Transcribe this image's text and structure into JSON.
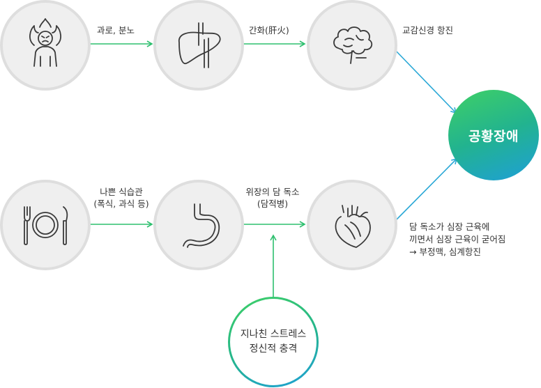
{
  "edges": {
    "e1": "과로, 분노",
    "e2": "간화(肝火)",
    "e3": "교감신경 항진",
    "e4_l1": "나쁜 식습관",
    "e4_l2": "(폭식, 과식 등)",
    "e5_l1": "위장의 담 독소",
    "e5_l2": "(담적병)",
    "e6_l1": "담 독소가 심장 근육에",
    "e6_l2": "끼면서 심장 근육이 굳어짐",
    "e6_l3": "→ 부정맥, 심계항진"
  },
  "result": "공황장애",
  "stress": {
    "l1": "지나친 스트레스",
    "l2": "정신적 충격"
  },
  "icons": [
    "angry-person-icon",
    "liver-icon",
    "brain-icon",
    "plate-utensils-icon",
    "stomach-icon",
    "heart-icon"
  ],
  "colors": {
    "green_arrow": "#2dbf6e",
    "blue_arrow": "#2aa8d6",
    "node_fill": "#efefef",
    "node_border": "#dedede"
  }
}
